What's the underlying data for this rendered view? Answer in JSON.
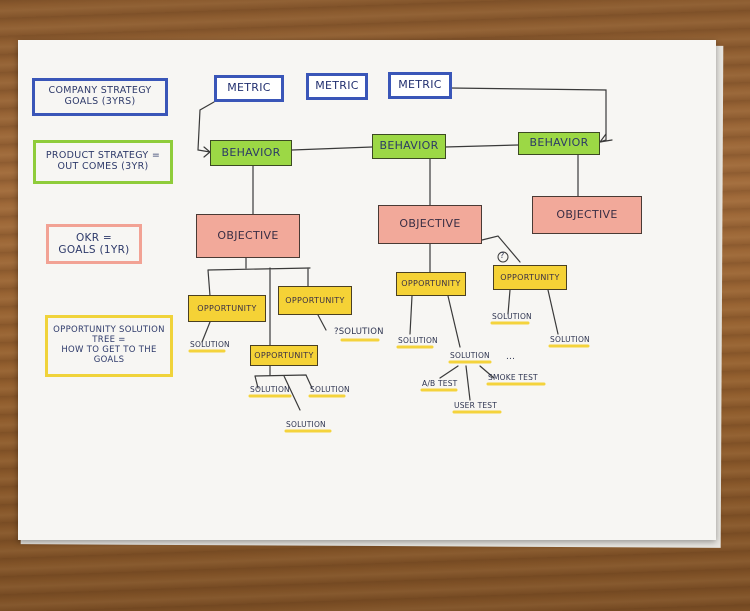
{
  "legend": {
    "company": "COMPANY STRATEGY\nGOALS (3YRS)",
    "product": "PRODUCT STRATEGY =\nOUT COMES (3YR)",
    "okr": "OKR =\nGOALS (1YR)",
    "ost": "OPPORTUNITY SOLUTION\nTREE =\nHOW TO GET TO THE\nGOALS"
  },
  "metrics": [
    "METRIC",
    "METRIC",
    "METRIC"
  ],
  "behaviors": [
    "BEHAVIOR",
    "BEHAVIOR",
    "BEHAVIOR"
  ],
  "objectives": [
    "OBJECTIVE",
    "OBJECTIVE",
    "OBJECTIVE"
  ],
  "opportunities": [
    "OPPORTUNITY",
    "OPPORTUNITY",
    "OPPORTUNITY",
    "OPPORTUNITY",
    "OPPORTUNITY"
  ],
  "solutions": [
    "SOLUTION",
    "?SOLUTION",
    "SOLUTION",
    "SOLUTION",
    "SOLUTION",
    "SOLUTION",
    "SOLUTION",
    "SOLUTION",
    "SOLUTION"
  ],
  "tests": [
    "A/B TEST",
    "SMOKE TEST",
    "USER TEST"
  ],
  "marks": {
    "question": "?",
    "ellipsis": "..."
  },
  "colors": {
    "metric": "#3a56b8",
    "behavior": "#9cd845",
    "objective": "#f2a99a",
    "opportunity": "#f5d236",
    "ink": "#2e3450"
  }
}
